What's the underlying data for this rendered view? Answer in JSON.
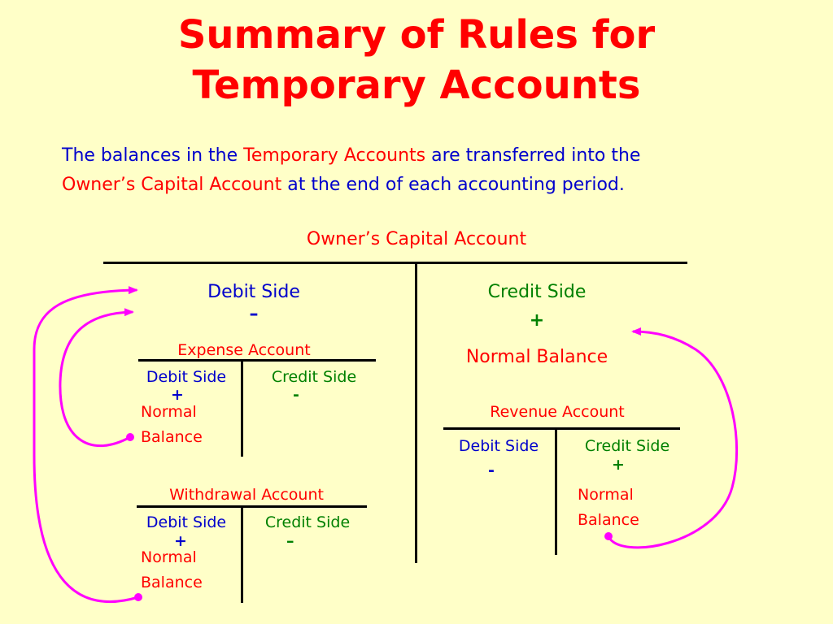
{
  "title": {
    "line1": "Summary of Rules for",
    "line2": "Temporary Accounts"
  },
  "intro": {
    "part1": "The balances in the ",
    "part2": "Temporary Accounts",
    "part3": " are transferred into the",
    "part4": "Owner’s Capital Account",
    "part5": " at the end of each accounting period."
  },
  "capital": {
    "title": "Owner’s Capital Account",
    "debit_label": "Debit Side",
    "debit_sign": "–",
    "credit_label": "Credit Side",
    "credit_sign": "+",
    "normal_balance": "Normal Balance"
  },
  "expense": {
    "title": "Expense Account",
    "debit_label": "Debit Side",
    "debit_sign": "+",
    "credit_label": "Credit Side",
    "credit_sign": "-",
    "normal_line1": "Normal",
    "normal_line2": "Balance"
  },
  "withdrawal": {
    "title": "Withdrawal Account",
    "debit_label": "Debit Side",
    "debit_sign": "+",
    "credit_label": "Credit Side",
    "credit_sign": "–",
    "normal_line1": "Normal",
    "normal_line2": "Balance"
  },
  "revenue": {
    "title": "Revenue Account",
    "debit_label": "Debit Side",
    "debit_sign": "-",
    "credit_label": "Credit Side",
    "credit_sign": "+",
    "normal_line1": "Normal",
    "normal_line2": "Balance"
  },
  "colors": {
    "background": "#ffffc8",
    "title": "#ff0000",
    "debit": "#0000cc",
    "credit": "#008000",
    "arrow": "#ff00ff"
  }
}
